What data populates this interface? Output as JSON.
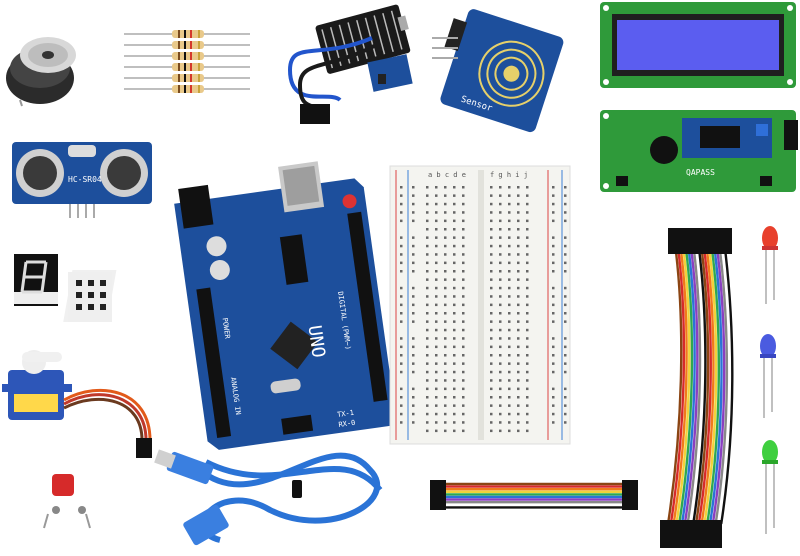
{
  "labels": {
    "ultrasonic_model": "HC-SR04",
    "touch_sensor_text": "Sensor",
    "lcd_brand": "QAPASS",
    "arduino_model": "UNO",
    "arduino_digital": "DIGITAL (PWM~)",
    "arduino_power": "POWER",
    "arduino_analog": "ANALOG IN",
    "arduino_tx": "TX-1",
    "arduino_rx": "RX-0",
    "breadboard_cols_left": "a b c d e",
    "breadboard_cols_right": "f g h i j"
  },
  "colors": {
    "pcb_blue": "#1d4f9c",
    "pcb_green": "#2f9a3a",
    "lcd_screen": "#5b5df0",
    "jumper_red": "#d62a2a",
    "usb_cable": "#2a73d6",
    "breadboard": "#f4f4f0"
  },
  "icons": {
    "buzzer": "buzzer-icon",
    "resistors": "resistor-icon",
    "rain_sensor": "rain-sensor-icon",
    "touch_sensor": "touch-sensor-icon",
    "lcd": "lcd-display-icon",
    "ultrasonic": "ultrasonic-sensor-icon",
    "seven_segment": "seven-segment-icon",
    "servo": "servo-motor-icon",
    "push_button": "push-button-icon",
    "usb_cable": "usb-cable-icon",
    "jumpers": "jumper-wire-icon",
    "leds": "led-icon"
  }
}
